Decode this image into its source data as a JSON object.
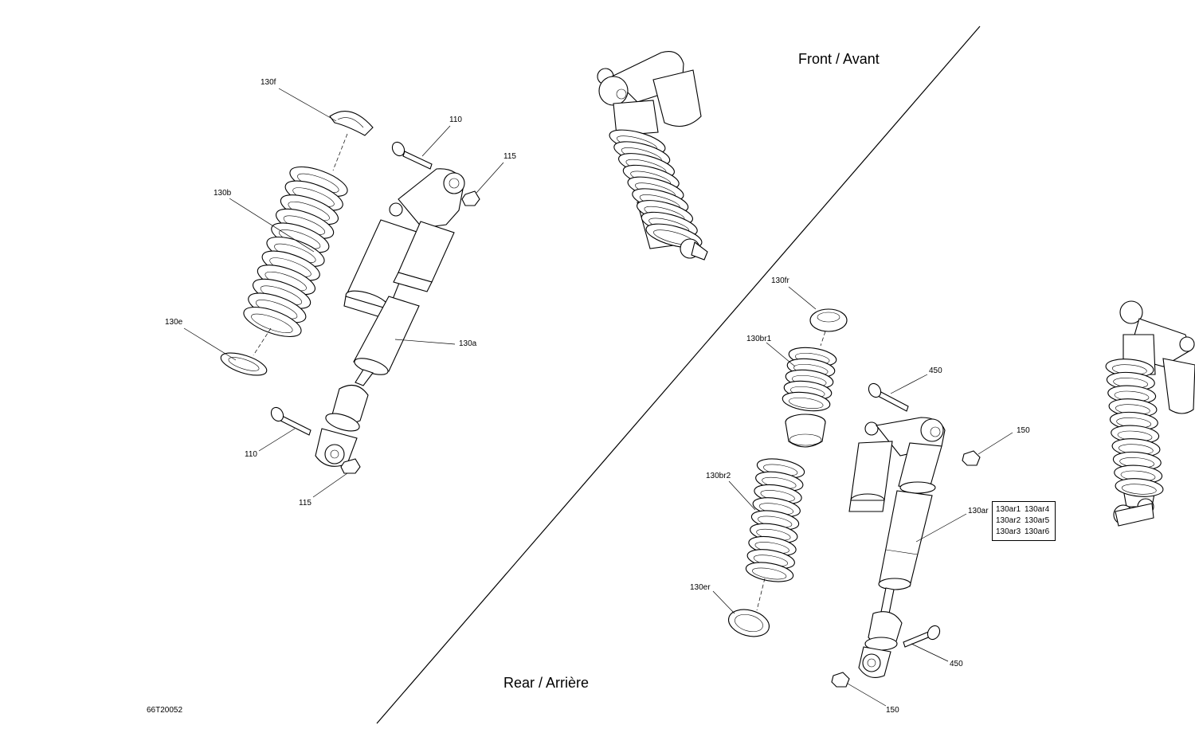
{
  "titles": {
    "front": "Front / Avant",
    "rear": "Rear / Arrière",
    "drawing_number": "66T20052"
  },
  "callouts": {
    "front_130f": "130f",
    "front_110_top": "110",
    "front_115_top": "115",
    "front_130b": "130b",
    "front_130e": "130e",
    "front_130a": "130a",
    "front_110_bottom": "110",
    "front_115_bottom": "115",
    "rear_130fr": "130fr",
    "rear_130br1": "130br1",
    "rear_450_top": "450",
    "rear_150_right": "150",
    "rear_130br2": "130br2",
    "rear_130ar": "130ar",
    "rear_130er": "130er",
    "rear_450_bottom": "450",
    "rear_150_bottom": "150"
  },
  "variants_130ar": [
    "130ar1",
    "130ar4",
    "130ar2",
    "130ar5",
    "130ar3",
    "130ar6"
  ]
}
